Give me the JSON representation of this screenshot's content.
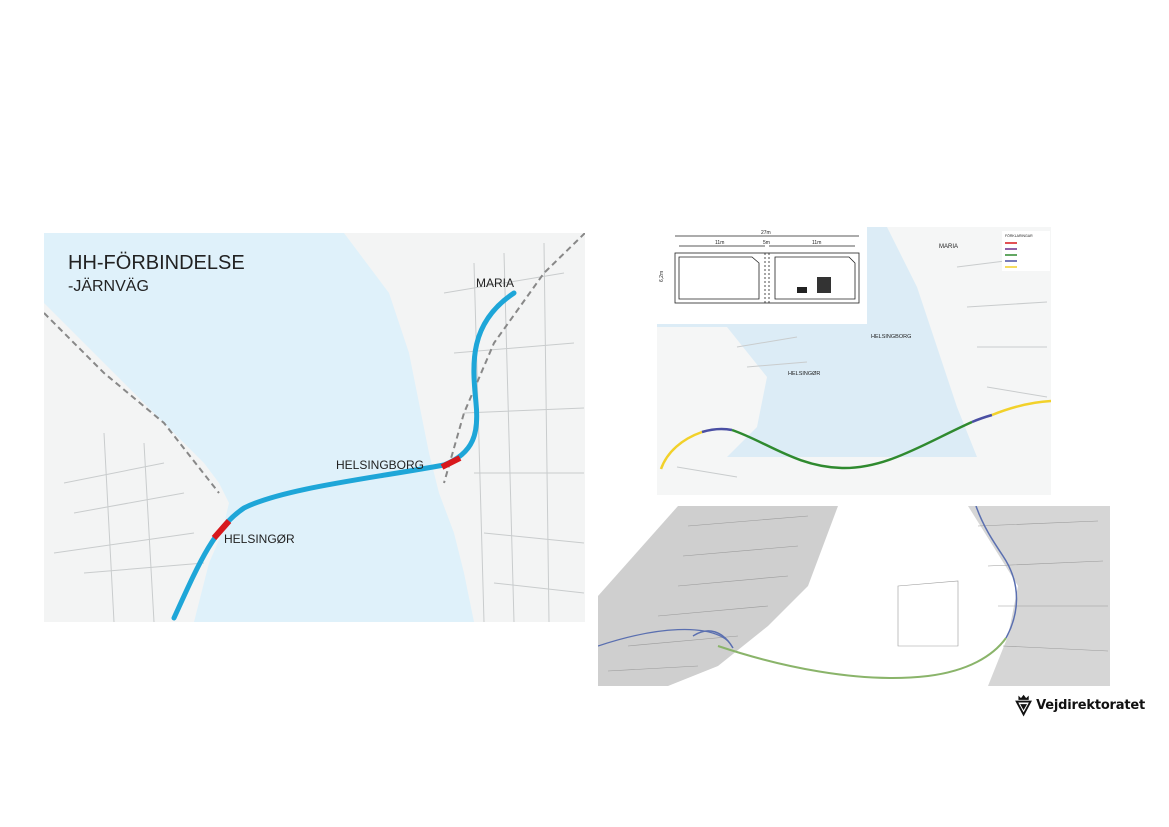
{
  "main_map": {
    "title": "HH-FÖRBINDELSE",
    "subtitle": "-JÄRNVÄG",
    "labels": {
      "maria": "MARIA",
      "helsingborg": "HELSINGBORG",
      "helsingor": "HELSINGØR"
    }
  },
  "top_map": {
    "cross_section": {
      "total_width": "27m",
      "left_width": "11m",
      "center_width": "5m",
      "right_width": "11m",
      "height": "6,2m"
    },
    "legend_title": "FÖRKLARINGAR",
    "labels": {
      "maria": "MARIA",
      "helsingborg": "HELSINGBORG",
      "helsingor": "HELSINGØR"
    }
  },
  "brand": {
    "name": "Vejdirektoratet"
  },
  "colors": {
    "sea": "#dff1fa",
    "land": "#f3f4f4",
    "rail_line": "#1ea6d8",
    "tunnel_portal": "#d8181c",
    "green_route": "#2f8a2f",
    "yellow_route": "#f2d12a",
    "purple_route": "#4a4fa3"
  }
}
